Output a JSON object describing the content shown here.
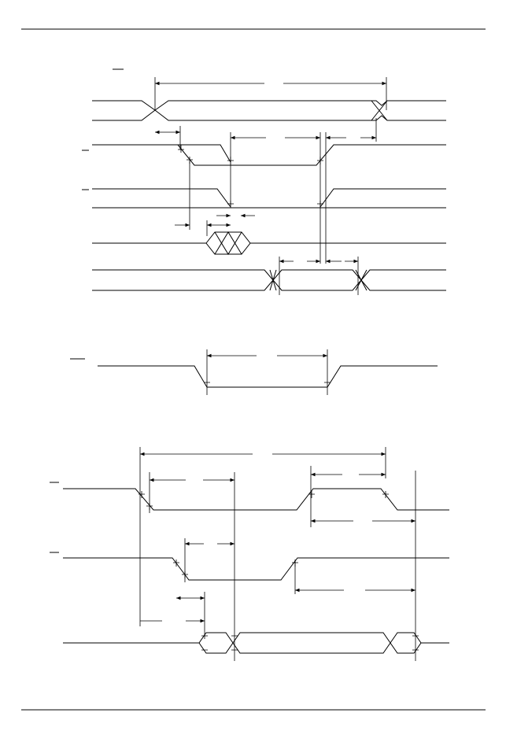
{
  "page": {
    "title": "",
    "colors": {
      "ink": "#000000",
      "paper": "#ffffff"
    }
  },
  "diagrams": [
    {
      "id": "upper-timing-diagram",
      "labels": []
    },
    {
      "id": "middle-pulse-diagram",
      "labels": []
    },
    {
      "id": "lower-timing-diagram",
      "labels": []
    }
  ]
}
